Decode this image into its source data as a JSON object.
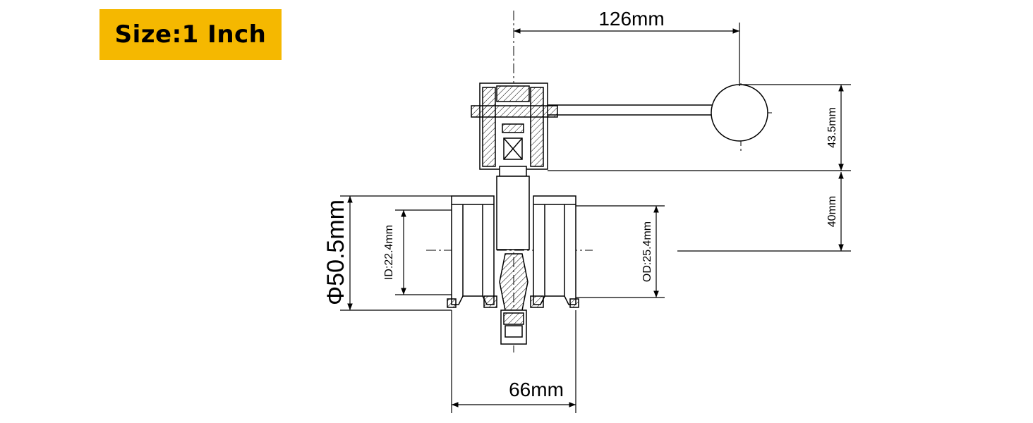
{
  "badge": {
    "label": "Size:1 Inch",
    "color": "#f5b800"
  },
  "dimensions": {
    "handle_length": "126mm",
    "handle_height": "43.5mm",
    "stem_height": "40mm",
    "flange_diameter": "Φ50.5mm",
    "inner_diameter": "ID:22.4mm",
    "outer_diameter": "OD:25.4mm",
    "body_length": "66mm"
  }
}
